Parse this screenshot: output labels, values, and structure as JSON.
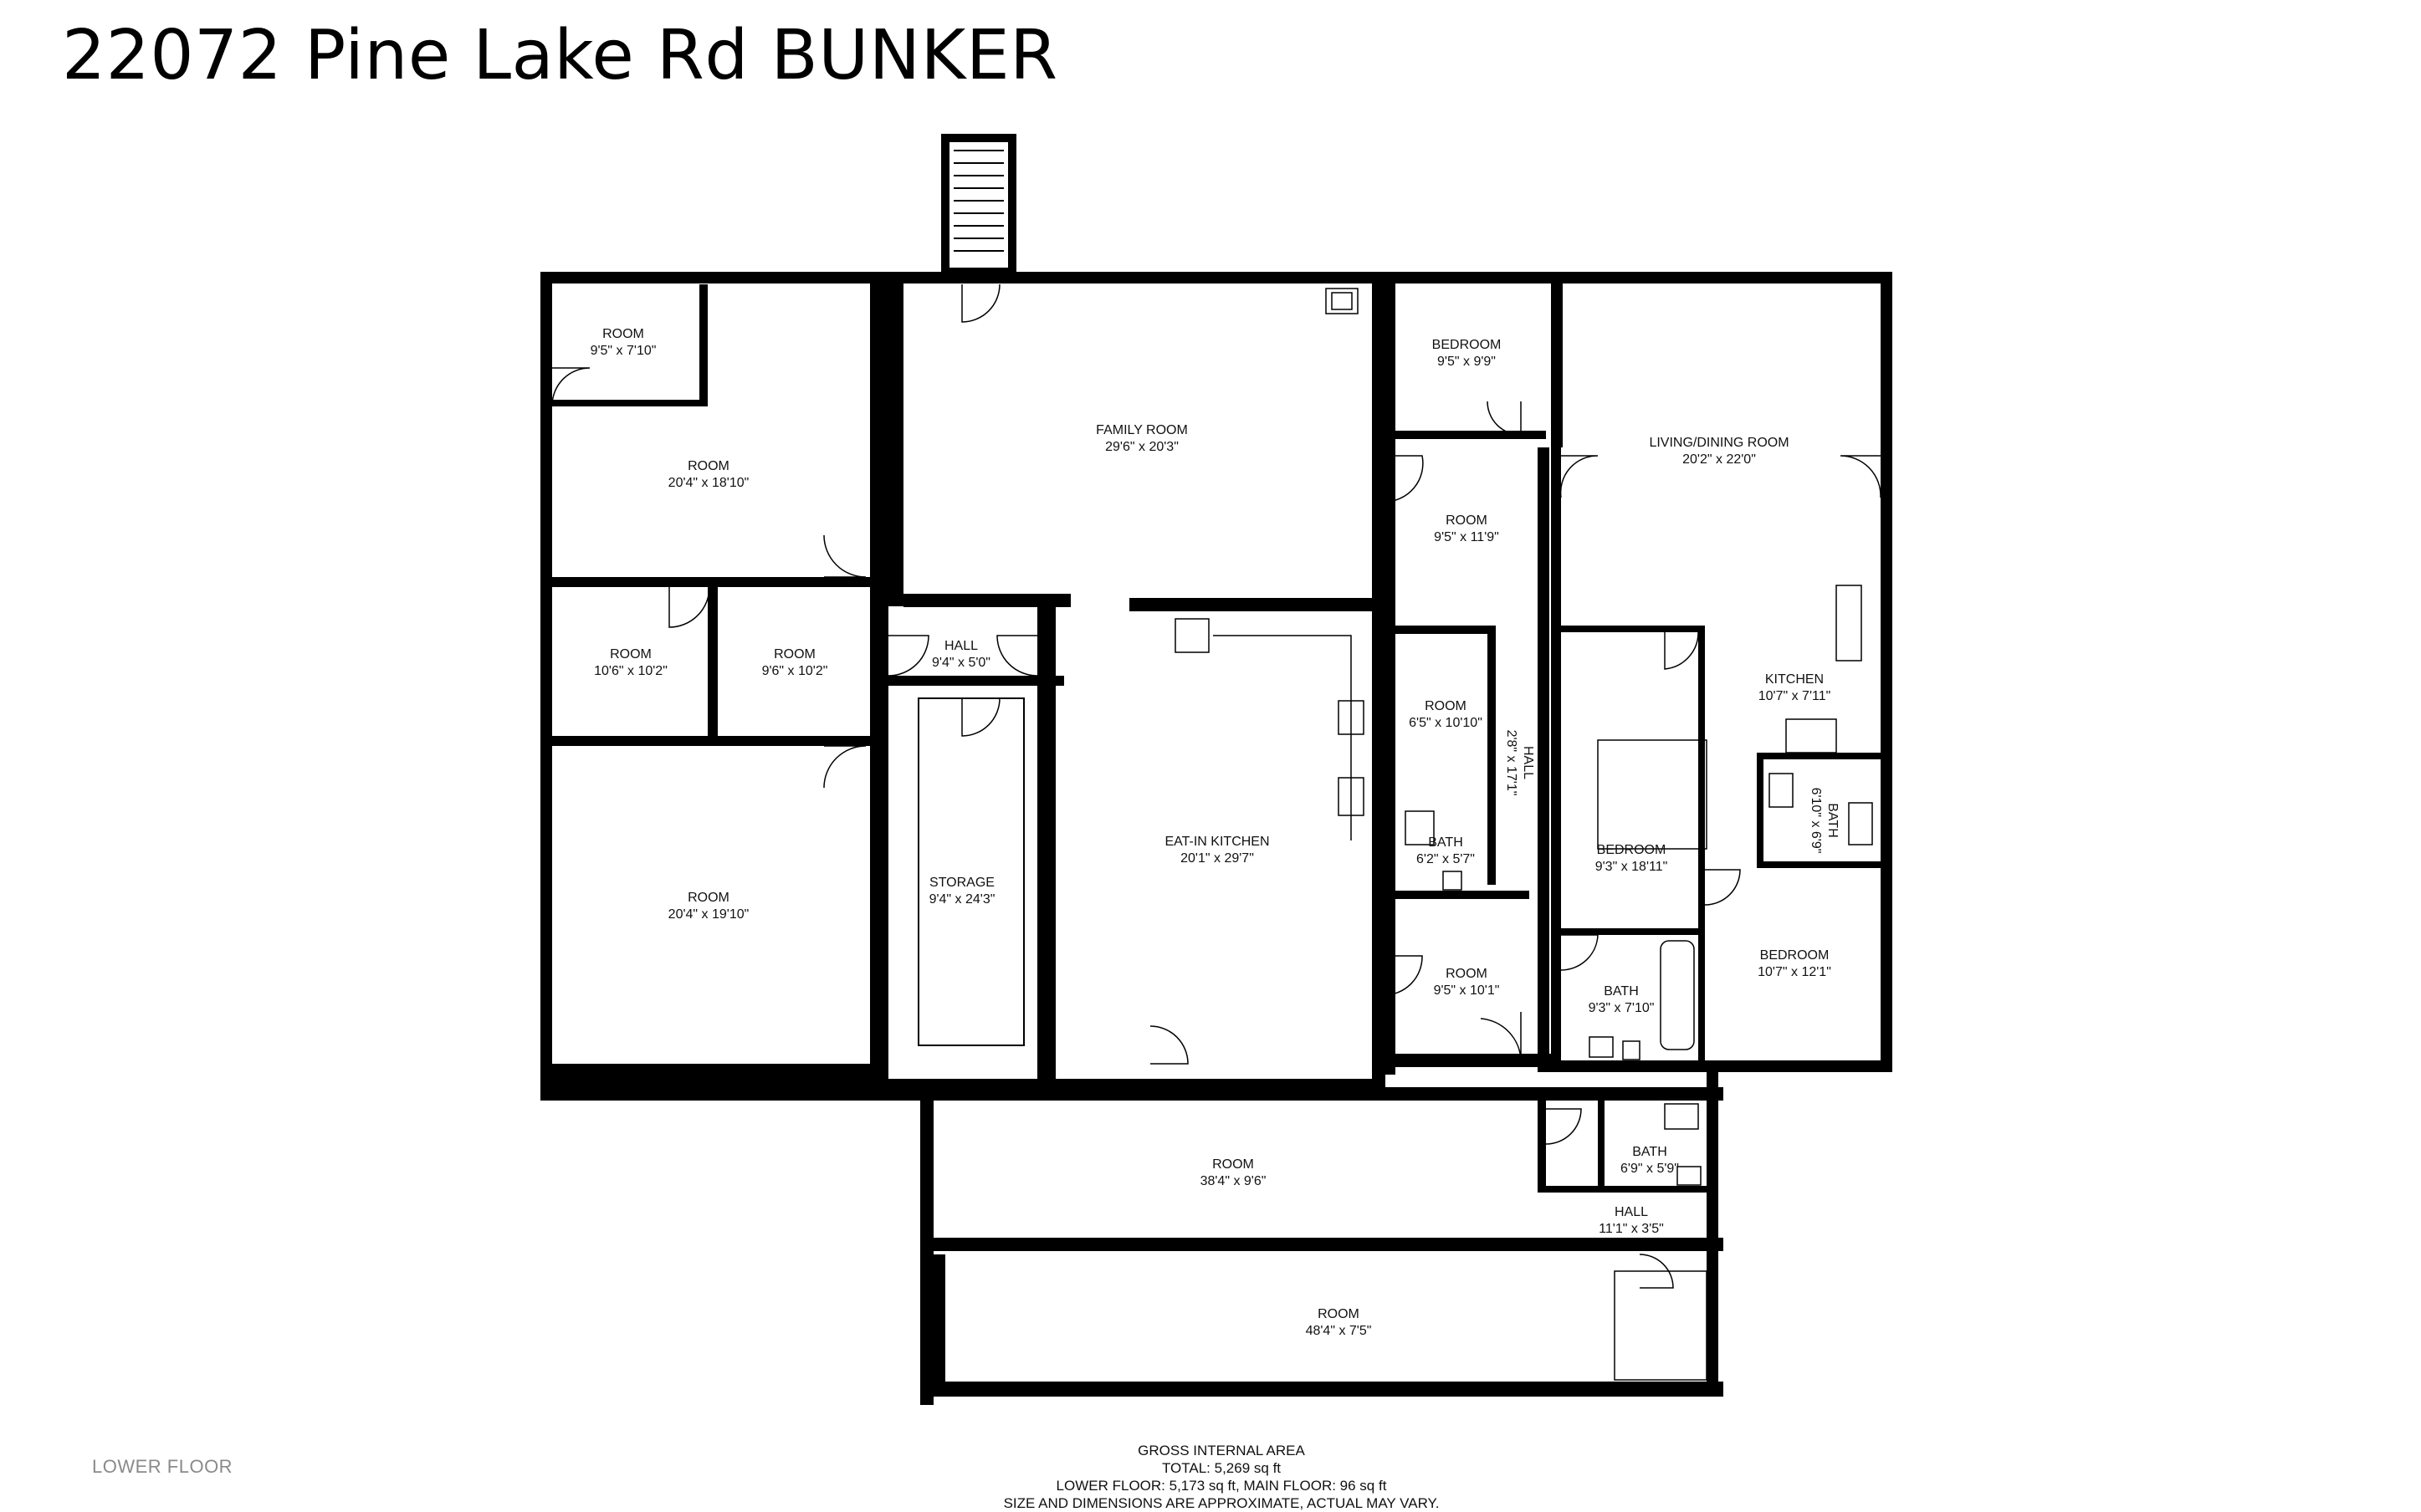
{
  "title": "22072 Pine Lake Rd BUNKER",
  "floor_label": "LOWER FLOOR",
  "area_summary": {
    "heading": "GROSS INTERNAL AREA",
    "total": "TOTAL: 5,269 sq ft",
    "floors": "LOWER FLOOR: 5,173 sq ft, MAIN FLOOR: 96 sq ft",
    "disclaimer": "SIZE AND DIMENSIONS ARE APPROXIMATE, ACTUAL MAY VARY."
  },
  "rooms": [
    {
      "name": "ROOM",
      "dims": "9'5\" x 7'10\""
    },
    {
      "name": "ROOM",
      "dims": "20'4\" x 18'10\""
    },
    {
      "name": "ROOM",
      "dims": "10'6\" x 10'2\""
    },
    {
      "name": "ROOM",
      "dims": "9'6\" x 10'2\""
    },
    {
      "name": "ROOM",
      "dims": "20'4\" x 19'10\""
    },
    {
      "name": "FAMILY ROOM",
      "dims": "29'6\" x 20'3\""
    },
    {
      "name": "HALL",
      "dims": "9'4\" x 5'0\""
    },
    {
      "name": "STORAGE",
      "dims": "9'4\" x 24'3\""
    },
    {
      "name": "EAT-IN KITCHEN",
      "dims": "20'1\" x 29'7\""
    },
    {
      "name": "BEDROOM",
      "dims": "9'5\" x 9'9\""
    },
    {
      "name": "ROOM",
      "dims": "9'5\" x 11'9\""
    },
    {
      "name": "ROOM",
      "dims": "6'5\" x 10'10\""
    },
    {
      "name": "HALL",
      "dims": "2'8\" x 17'1\""
    },
    {
      "name": "BATH",
      "dims": "6'2\" x 5'7\""
    },
    {
      "name": "ROOM",
      "dims": "9'5\" x 10'1\""
    },
    {
      "name": "LIVING/DINING ROOM",
      "dims": "20'2\" x 22'0\""
    },
    {
      "name": "KITCHEN",
      "dims": "10'7\" x 7'11\""
    },
    {
      "name": "BATH",
      "dims": "6'10\" x 6'9\""
    },
    {
      "name": "BEDROOM",
      "dims": "9'3\" x 18'11\""
    },
    {
      "name": "BEDROOM",
      "dims": "10'7\" x 12'1\""
    },
    {
      "name": "BATH",
      "dims": "9'3\" x 7'10\""
    },
    {
      "name": "ROOM",
      "dims": "38'4\" x 9'6\""
    },
    {
      "name": "BATH",
      "dims": "6'9\" x 5'9\""
    },
    {
      "name": "HALL",
      "dims": "11'1\" x 3'5\""
    },
    {
      "name": "ROOM",
      "dims": "48'4\" x 7'5\""
    }
  ]
}
